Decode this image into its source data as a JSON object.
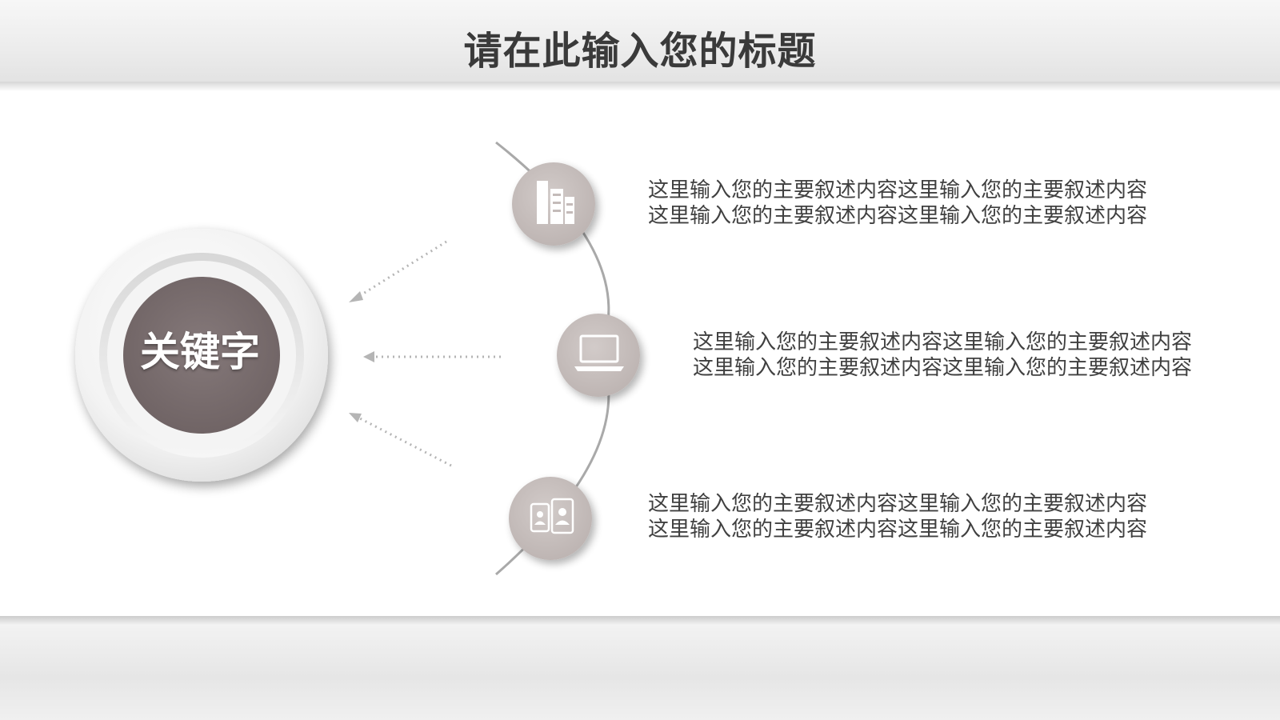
{
  "slide": {
    "title": "请在此输入您的标题",
    "keyword": "关键字"
  },
  "items": [
    {
      "icon": "building-icon",
      "lines": [
        "这里输入您的主要叙述内容这里输入您的主要叙述内容",
        "这里输入您的主要叙述内容这里输入您的主要叙述内容"
      ]
    },
    {
      "icon": "laptop-icon",
      "lines": [
        "这里输入您的主要叙述内容这里输入您的主要叙述内容",
        "这里输入您的主要叙述内容这里输入您的主要叙述内容"
      ]
    },
    {
      "icon": "devices-icon",
      "lines": [
        "这里输入您的主要叙述内容这里输入您的主要叙述内容",
        "这里输入您的主要叙述内容这里输入您的主要叙述内容"
      ]
    }
  ],
  "colors": {
    "accent": "#7a6e6c",
    "node": "#c9c2c0",
    "text": "#404040",
    "title": "#3a3a3a"
  }
}
